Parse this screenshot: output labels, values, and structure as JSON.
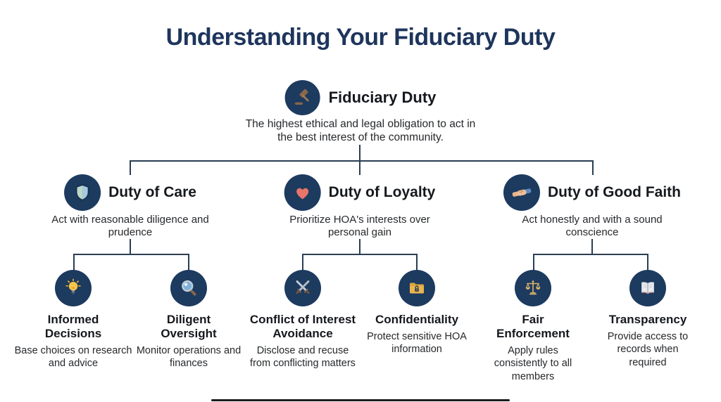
{
  "colors": {
    "navy": "#1d3a5f",
    "line": "#2a3e53",
    "title": "#1e355c",
    "heading": "#15181d",
    "body": "#26282b",
    "heart_red": "#e8756a",
    "wood_brown": "#8a6748",
    "folder_gold": "#e9b54f",
    "scale_gold": "#d9b36a",
    "lens_blue": "#7fb2d9",
    "bulb_yellow": "#f6c64a"
  },
  "page": {
    "title": "Understanding Your Fiduciary Duty"
  },
  "root": {
    "icon": "gavel-icon",
    "title": "Fiduciary Duty",
    "description": "The highest ethical and legal obligation to act in the best interest of the community."
  },
  "branches": [
    {
      "icon": "shield-icon",
      "title": "Duty of Care",
      "description": "Act with reasonable diligence and prudence",
      "children": [
        {
          "icon": "lightbulb-icon",
          "title": "Informed Decisions",
          "description": "Base choices on research and advice"
        },
        {
          "icon": "magnifier-icon",
          "title": "Diligent Oversight",
          "description": "Monitor operations and finances"
        }
      ]
    },
    {
      "icon": "heart-icon",
      "title": "Duty of Loyalty",
      "description": "Prioritize HOA's interests over personal gain",
      "children": [
        {
          "icon": "crossed-swords-icon",
          "title": "Conflict of Interest Avoidance",
          "description": "Disclose and recuse from conflicting matters"
        },
        {
          "icon": "locked-folder-icon",
          "title": "Confidentiality",
          "description": "Protect sensitive HOA information"
        }
      ]
    },
    {
      "icon": "handshake-icon",
      "title": "Duty of Good Faith",
      "description": "Act honestly and with a sound conscience",
      "children": [
        {
          "icon": "scales-icon",
          "title": "Fair Enforcement",
          "description": "Apply rules consistently to all members"
        },
        {
          "icon": "open-book-icon",
          "title": "Transparency",
          "description": "Provide access to records when required"
        }
      ]
    }
  ]
}
